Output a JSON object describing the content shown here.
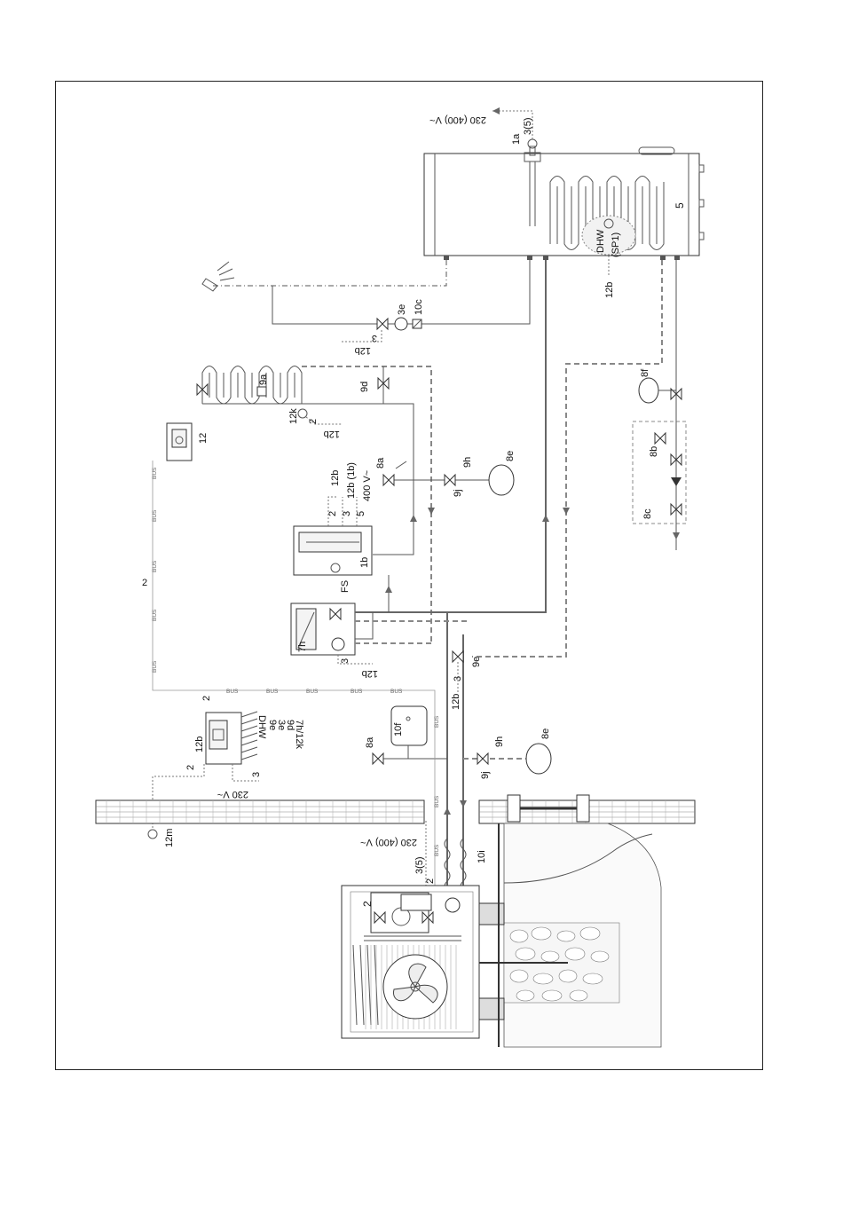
{
  "labels": {
    "c1a": "1a",
    "c1b": "1b",
    "c2": "2",
    "c3e": "3e",
    "c5": "5",
    "c7h": "7h",
    "c8a_top": "8a",
    "c8a_bottom": "8a",
    "c8b": "8b",
    "c8c": "8c",
    "c8e_top": "8e",
    "c8e_bottom": "8e",
    "c8f": "8f",
    "c9a": "9a",
    "c9d": "9d",
    "c9e": "9e",
    "c9h_top": "9h",
    "c9h_bottom": "9h",
    "c9j_top": "9j",
    "c9j_bottom": "9j",
    "c10c": "10c",
    "c10f": "10f",
    "c10i": "10i",
    "c12": "12",
    "c12b": "12b",
    "c12k": "12k",
    "c12m": "12m",
    "fs": "FS",
    "dhw": "DHW",
    "sp1": "(SP1)"
  },
  "wiring": {
    "v230_400_top": "230 (400) V~",
    "v230_400_bottom": "230 (400) V~",
    "v230": "230 V~",
    "v400": "400 V~",
    "n3_5_top": "3(5)",
    "n3_5_bottom": "3(5)",
    "n2": "2",
    "n3": "3",
    "n5": "5",
    "w12b": "12b",
    "w12b_1b": "12b (1b)",
    "bus": "BUS"
  },
  "controller_list": [
    "DHW",
    "9e",
    "3e",
    "9d",
    "7h/12k"
  ]
}
